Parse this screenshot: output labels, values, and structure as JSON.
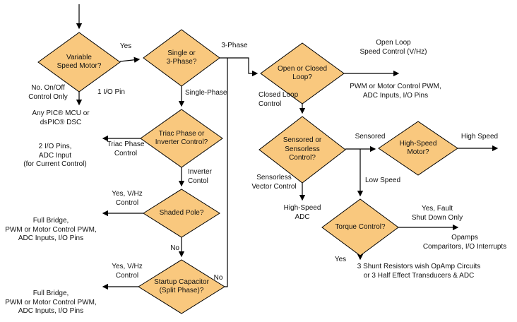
{
  "colors": {
    "diamond_fill": "#F9C87E",
    "diamond_stroke": "#000000",
    "connector": "#000000",
    "background": "#FFFFFF"
  },
  "nodes": {
    "variable_speed_motor": "Variable\nSpeed Motor?",
    "single_or_3phase": "Single or\n3-Phase?",
    "open_or_closed_loop": "Open or Closed\nLoop?",
    "sensored_or_sensorless": "Sensored or\nSensorless\nControl?",
    "high_speed_motor": "High-Speed\nMotor?",
    "torque_control": "Torque Control?",
    "triac_or_inverter": "Triac Phase or\nInverter Control?",
    "shaded_pole": "Shaded Pole?",
    "startup_capacitor": "Startup Capacitor\n(Split Phase)?"
  },
  "edge_labels": {
    "yes": "Yes",
    "no": "No",
    "three_phase": "3-Phase",
    "single_phase": "Single-Phase",
    "no_on_off": "No. On/Off\nControl Only",
    "one_io_pin": "1 I/O Pin",
    "open_loop": "Open Loop\nSpeed Control (V/Hz)",
    "closed_loop": "Closed Loop\nControl",
    "sensored": "Sensored",
    "high_speed": "High Speed",
    "low_speed": "Low Speed",
    "sensorless_vector": "Sensorless\nVector Control",
    "yes_fault": "Yes, Fault\nShut Down Only",
    "triac_phase_control": "Triac Phase\nControl",
    "inverter_control": "Inverter\nContol",
    "yes_vhz": "Yes, V/Hz\nControl"
  },
  "annotations": {
    "any_pic_mcu": "Any PIC® MCU or\ndsPIC® DSC",
    "two_io_pins": "2 I/O Pins,\nADC Input\n(for Current Control)",
    "pwm_motor_control": "PWM or Motor Control PWM,\nADC Inputs, I/O Pins",
    "high_speed_adc": "High-Speed\nADC",
    "opamps": "Opamps\nComparitors, I/O Interrupts",
    "shunt_resistors": "3 Shunt Resistors wish OpAmp Circuits\nor 3 Half Effect Transducers & ADC",
    "full_bridge": "Full Bridge,\nPWM or Motor Control PWM,\nADC Inputs, I/O Pins"
  }
}
